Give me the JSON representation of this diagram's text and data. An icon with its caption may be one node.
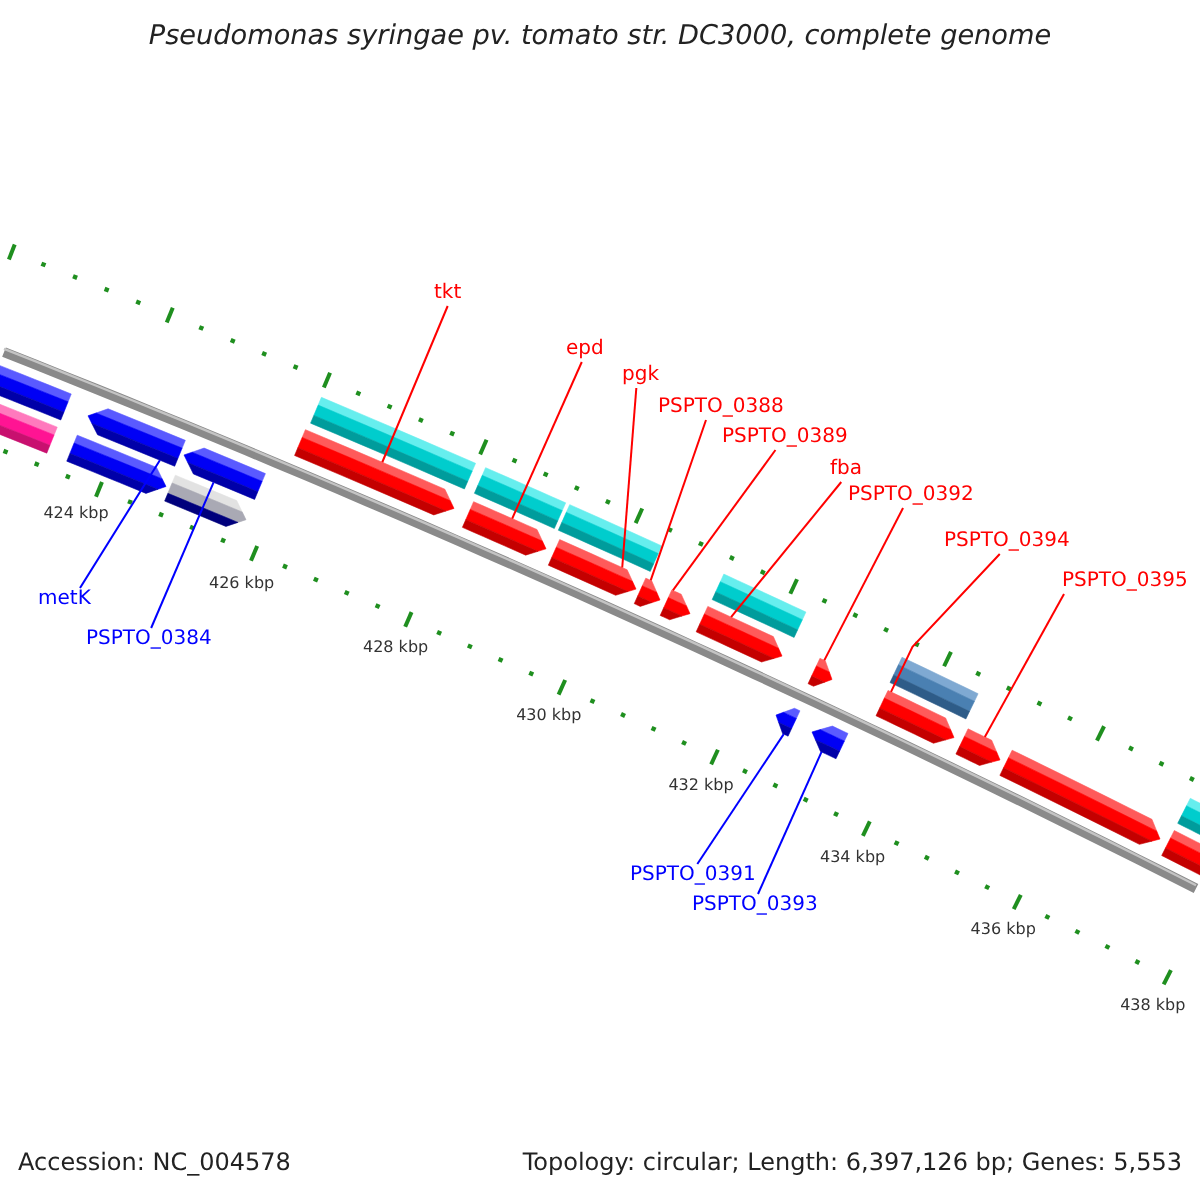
{
  "diagram": {
    "title": "Pseudomonas syringae pv. tomato str. DC3000, complete genome",
    "nodes": [
      {
        "text": [
          "tkt"
        ]
      },
      {
        "text": [
          "epd"
        ]
      },
      {
        "text": [
          "pgk"
        ]
      },
      {
        "text": [
          "PSPTO_0388"
        ]
      },
      {
        "text": [
          "PSPTO_0389"
        ]
      },
      {
        "text": [
          "fba"
        ]
      },
      {
        "text": [
          "PSPTO_0392"
        ]
      },
      {
        "text": [
          "PSPTO_0394"
        ]
      },
      {
        "text": [
          "PSPTO_0395"
        ]
      },
      {
        "text": [
          "metK"
        ]
      },
      {
        "text": [
          "PSPTO_0384"
        ]
      },
      {
        "text": [
          "PSPTO_0391"
        ]
      },
      {
        "text": [
          "PSPTO_0393"
        ]
      },
      {
        "text": [],
        "shape": "bar"
      },
      {
        "text": [],
        "shape": "bar"
      },
      {
        "text": [],
        "shape": "arrow"
      },
      {
        "text": [],
        "shape": "arrow"
      },
      {
        "text": [],
        "shape": "arrow"
      },
      {
        "text": [],
        "shape": "arrow"
      },
      {
        "text": [],
        "shape": "arrow"
      },
      {
        "text": [],
        "shape": "bar"
      },
      {
        "text": [],
        "shape": "arrow"
      },
      {
        "text": [],
        "shape": "bar"
      },
      {
        "text": [],
        "shape": "arrow"
      },
      {
        "text": [],
        "shape": "bar"
      },
      {
        "text": [],
        "shape": "arrow"
      },
      {
        "text": [],
        "shape": "arrow"
      },
      {
        "text": [],
        "shape": "arrow"
      },
      {
        "text": [],
        "shape": "bar"
      },
      {
        "text": [],
        "shape": "arrow"
      },
      {
        "text": [],
        "shape": "arrow"
      },
      {
        "text": [],
        "shape": "arrow"
      },
      {
        "text": [],
        "shape": "arrow"
      },
      {
        "text": [],
        "shape": "bar"
      },
      {
        "text": [],
        "shape": "arrow"
      },
      {
        "text": [],
        "shape": "arrow"
      },
      {
        "text": [],
        "shape": "bar"
      },
      {
        "text": [],
        "shape": "bar"
      }
    ],
    "edges": [
      {
        "from": 0,
        "to": 19,
        "arrow": "none"
      },
      {
        "from": 1,
        "to": 21,
        "arrow": "none"
      },
      {
        "from": 2,
        "to": 23,
        "arrow": "none"
      },
      {
        "from": 3,
        "to": 25,
        "arrow": "none"
      },
      {
        "from": 4,
        "to": 26,
        "arrow": "none"
      },
      {
        "from": 5,
        "to": 27,
        "arrow": "none"
      },
      {
        "from": 6,
        "to": 31,
        "arrow": "none"
      },
      {
        "from": 7,
        "to": 32,
        "arrow": "none"
      },
      {
        "from": 8,
        "to": 34,
        "arrow": "none"
      },
      {
        "from": 9,
        "to": 16,
        "arrow": "none",
        "color": "#0000ff"
      },
      {
        "from": 10,
        "to": 18,
        "arrow": "none",
        "color": "#0000ff"
      },
      {
        "from": 11,
        "to": 29,
        "arrow": "none",
        "color": "#0000ff"
      },
      {
        "from": 12,
        "to": 30,
        "arrow": "none",
        "color": "#0000ff"
      }
    ],
    "labels": [
      "424 kbp",
      "426 kbp",
      "428 kbp",
      "430 kbp",
      "432 kbp",
      "434 kbp",
      "436 kbp",
      "438 kbp",
      "Accession: NC_004578",
      "Topology: circular; Length: 6,397,126 bp; Genes: 5,553"
    ]
  }
}
